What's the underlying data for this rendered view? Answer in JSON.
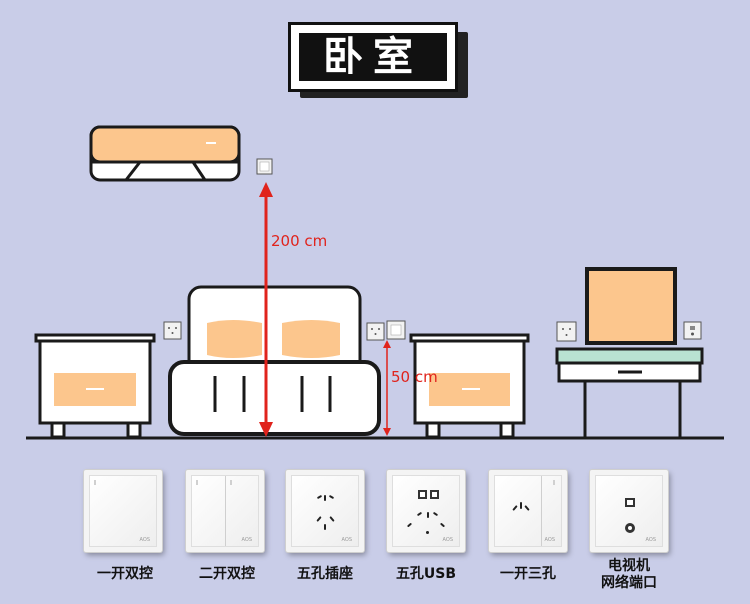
{
  "title": "卧室",
  "measurements": [
    {
      "label": "200 cm",
      "value_cm": 200
    },
    {
      "label": "50 cm",
      "value_cm": 50
    }
  ],
  "colors": {
    "background": "#c9cde8",
    "accent_orange": "#fcc68d",
    "measure_red": "#e0231c",
    "outline": "#1a1a1a",
    "desk_top": "#b9e3d2"
  },
  "switch_panels": [
    {
      "name": "one-gang-two-way",
      "caption": "一开双控",
      "brand": "AOS"
    },
    {
      "name": "two-gang-two-way",
      "caption": "二开双控",
      "brand": "AOS"
    },
    {
      "name": "five-hole-socket",
      "caption": "五孔插座",
      "brand": "AOS"
    },
    {
      "name": "five-hole-usb",
      "caption": "五孔USB",
      "brand": "AOS"
    },
    {
      "name": "one-gang-three-hole",
      "caption": "一开三孔",
      "brand": "AOS"
    },
    {
      "name": "tv-network-port",
      "caption_line1": "电视机",
      "caption_line2": "网络端口",
      "brand": "AOS"
    }
  ]
}
